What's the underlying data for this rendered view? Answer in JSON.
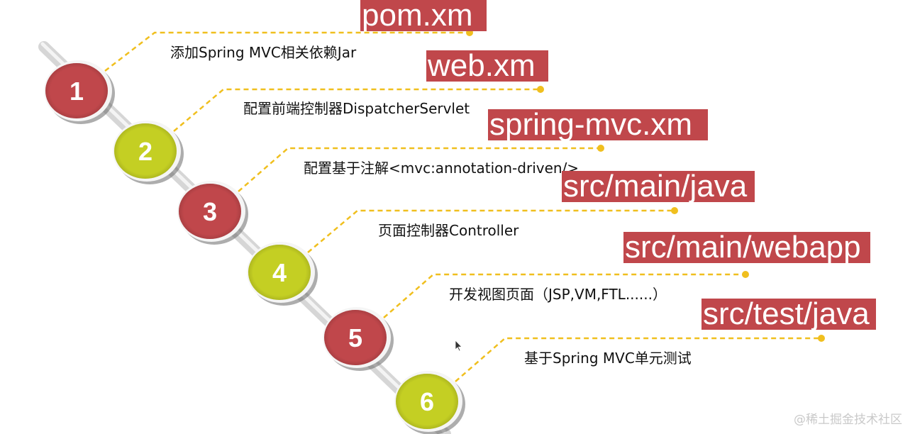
{
  "colors": {
    "red": "#c0474b",
    "green": "#c4cf23",
    "connector": "#f0bf1e",
    "bar": "#dcdcdc"
  },
  "steps": [
    {
      "number": "1",
      "description": "添加Spring MVC相关依赖Jar",
      "file": "pom.xm",
      "color": "red"
    },
    {
      "number": "2",
      "description": "配置前端控制器DispatcherServlet",
      "file": "web.xm",
      "color": "green"
    },
    {
      "number": "3",
      "description": "配置基于注解<mvc:annotation-driven/>",
      "file": "spring-mvc.xm",
      "color": "red"
    },
    {
      "number": "4",
      "description": "页面控制器Controller",
      "file": "src/main/java",
      "color": "green"
    },
    {
      "number": "5",
      "description": "开发视图页面（JSP,VM,FTL......）",
      "file": "src/main/webapp",
      "color": "red"
    },
    {
      "number": "6",
      "description": "基于Spring MVC单元测试",
      "file": "src/test/java",
      "color": "green"
    }
  ],
  "watermark": "@稀土掘金技术社区",
  "cursor_icon": "arrow-pointer-icon"
}
